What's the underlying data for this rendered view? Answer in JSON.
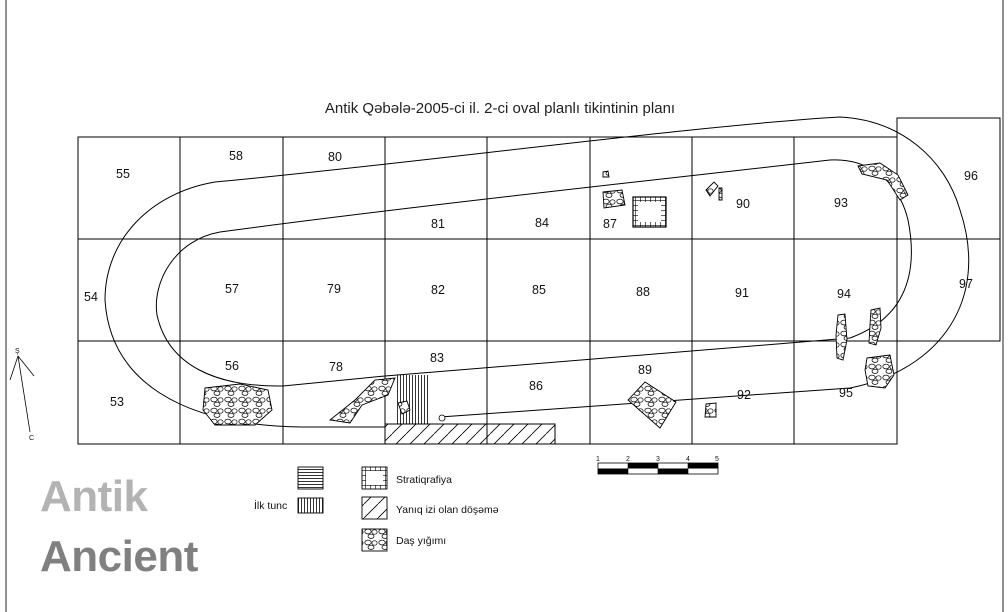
{
  "title": "Antik Qəbələ-2005-ci il. 2-ci oval planlı tikintinin planı",
  "squares": {
    "n53": "53",
    "n54": "54",
    "n55": "55",
    "n56": "56",
    "n57": "57",
    "n58": "58",
    "n78": "78",
    "n79": "79",
    "n80": "80",
    "n81": "81",
    "n82": "82",
    "n83": "83",
    "n84": "84",
    "n85": "85",
    "n86": "86",
    "n87": "87",
    "n88": "88",
    "n89": "89",
    "n90": "90",
    "n91": "91",
    "n92": "92",
    "n93": "93",
    "n94": "94",
    "n95": "95",
    "n96": "96",
    "n97": "97"
  },
  "north_arrow": {
    "top": "Ş",
    "bottom": "C"
  },
  "scale_bar": {
    "labels": [
      "1",
      "2",
      "3",
      "4",
      "5"
    ]
  },
  "legend": {
    "ilk_tunc": "İlk tunc",
    "stratiqrafiya": "Stratiqrafiya",
    "yaniq": "Yanıq izi olan döşəmə",
    "das": "Daş yığımı"
  },
  "watermark": {
    "line1": "Antik",
    "line2": "Ancient"
  }
}
